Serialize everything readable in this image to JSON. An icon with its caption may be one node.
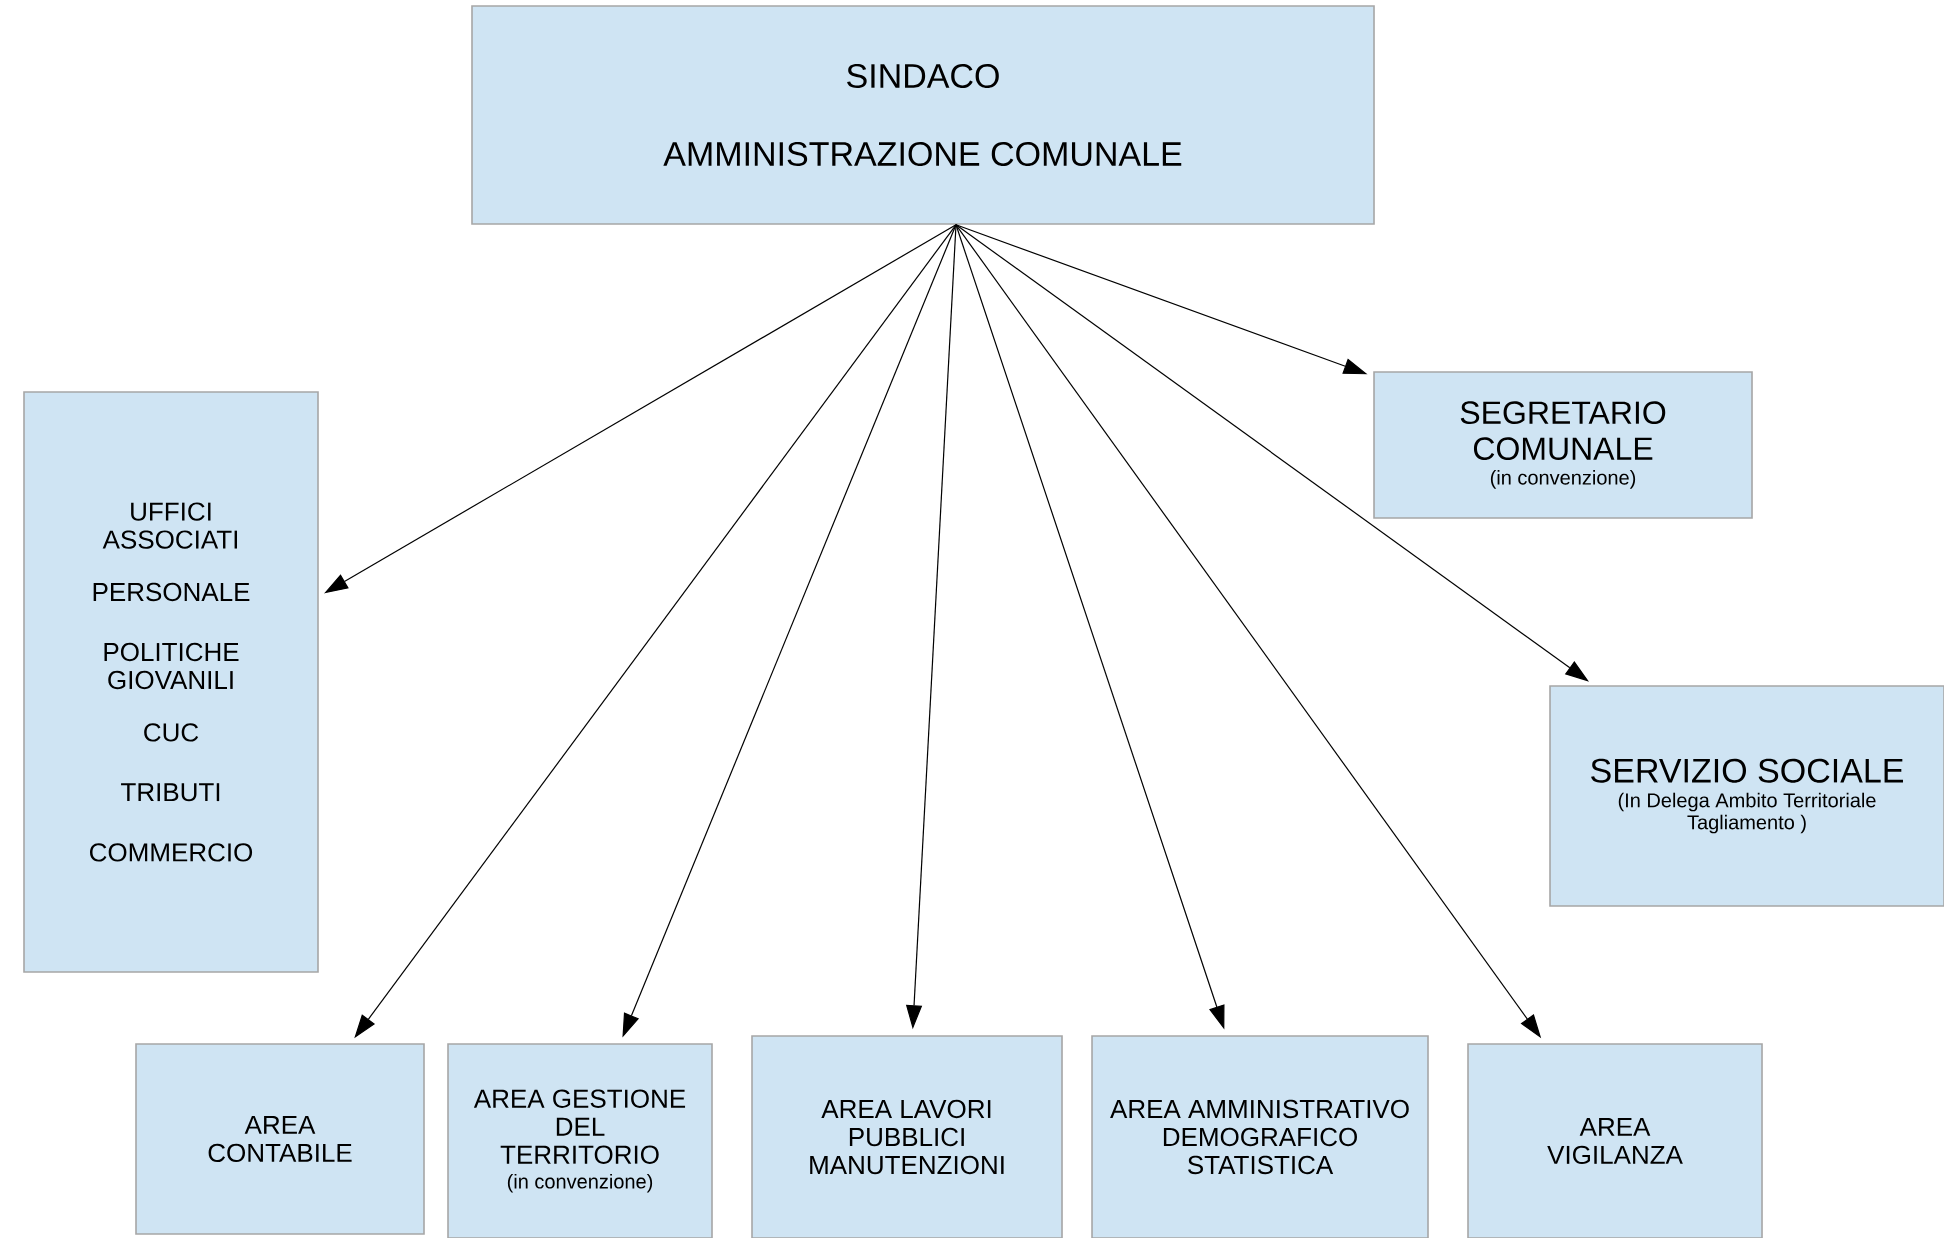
{
  "diagram": {
    "nodes": [
      {
        "text": [
          "SINDACO",
          "AMMINISTRAZIONE COMUNALE"
        ]
      },
      {
        "text": [
          "SEGRETARIO COMUNALE",
          "(in convenzione)"
        ]
      },
      {
        "text": [
          "UFFICI ASSOCIATI",
          "PERSONALE",
          "POLITICHE GIOVANILI",
          "CUC",
          "TRIBUTI",
          "COMMERCIO"
        ]
      },
      {
        "text": [
          "SERVIZIO SOCIALE",
          "(In Delega Ambito Territoriale Tagliamento )"
        ]
      },
      {
        "text": [
          "AREA CONTABILE"
        ]
      },
      {
        "text": [
          "AREA GESTIONE DEL TERRITORIO",
          "(in convenzione)"
        ]
      },
      {
        "text": [
          "AREA LAVORI PUBBLICI MANUTENZIONI"
        ]
      },
      {
        "text": [
          "AREA AMMINISTRATIVO DEMOGRAFICO STATISTICA"
        ]
      },
      {
        "text": [
          "AREA VIGILANZA"
        ]
      }
    ],
    "edges": [
      {
        "from": 0,
        "to": 1,
        "arrow": "to"
      },
      {
        "from": 0,
        "to": 2,
        "arrow": "to"
      },
      {
        "from": 0,
        "to": 3,
        "arrow": "to"
      },
      {
        "from": 0,
        "to": 4,
        "arrow": "to"
      },
      {
        "from": 0,
        "to": 5,
        "arrow": "to"
      },
      {
        "from": 0,
        "to": 6,
        "arrow": "to"
      },
      {
        "from": 0,
        "to": 7,
        "arrow": "to"
      },
      {
        "from": 0,
        "to": 8,
        "arrow": "to"
      }
    ]
  }
}
